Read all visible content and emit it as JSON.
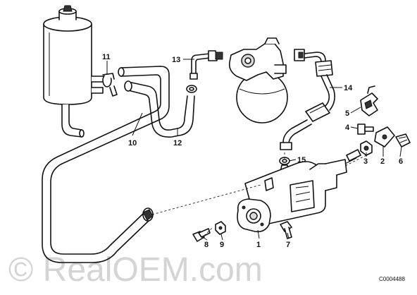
{
  "callouts": {
    "c1": "1",
    "c2": "2",
    "c3": "3",
    "c4": "4",
    "c5": "5",
    "c6": "6",
    "c7": "7",
    "c8": "8",
    "c9": "9",
    "c10": "10",
    "c11": "11",
    "c12": "12",
    "c13": "13",
    "c14": "14",
    "c15": "15"
  },
  "diagram_id": "C0004488",
  "watermark": "© RealOEM.com"
}
